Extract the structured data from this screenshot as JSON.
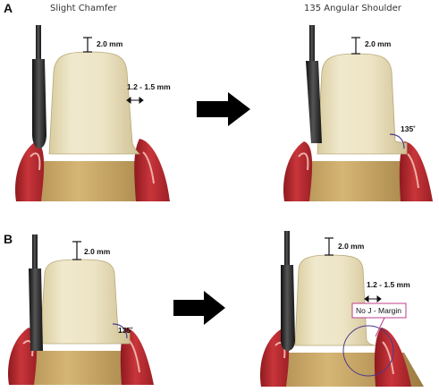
{
  "panels": [
    {
      "letter": "A"
    },
    {
      "letter": "B"
    }
  ],
  "captions": {
    "left": "Slight Chamfer",
    "right": "135 Angular Shoulder"
  },
  "labels": {
    "reduction_occlusal": "2.0 mm",
    "reduction_axial": "1.2 - 1.5 mm",
    "angle": "135˚",
    "no_j_margin": "No J - Margin"
  },
  "colors": {
    "tooth": "#ece3c3",
    "tooth_shade": "#d9cda3",
    "root": "#c9a35e",
    "gingiva": "#b3262b",
    "gingiva_light": "#e9a7a0",
    "bur": "#2a2a2a",
    "arrow": "#000000",
    "angle_arc": "#4a3a8c"
  }
}
